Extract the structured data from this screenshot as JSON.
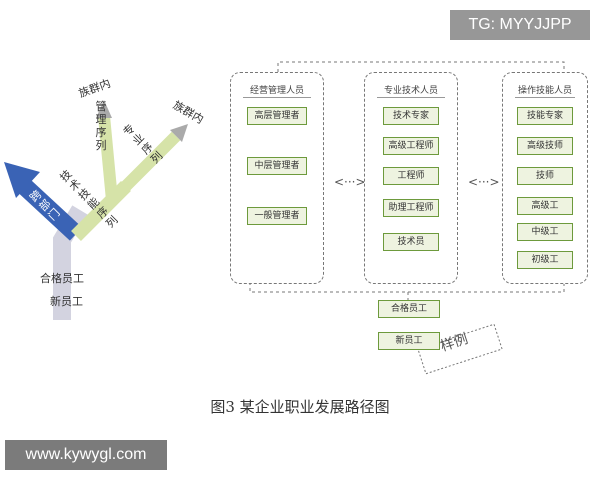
{
  "watermark_tg": "TG: MYYJJPP",
  "watermark_site": "www.kywygl.com",
  "caption": "图3  某企业职业发展路径图",
  "sample_stamp": "样例",
  "left_tree": {
    "bottom_labels": [
      "合格员工",
      "新员工"
    ],
    "top_left_label": "跨部门",
    "top_mid_label": "族群内",
    "top_right_label": "族群内",
    "branch_management": "管理序列",
    "branch_professional": "专业序列",
    "branch_technical": "技术技能序列"
  },
  "columns": [
    {
      "title": "经营管理人员",
      "levels": [
        "高层管理者",
        "中层管理者",
        "一般管理者"
      ]
    },
    {
      "title": "专业技术人员",
      "levels": [
        "技术专家",
        "高级工程师",
        "工程师",
        "助理工程师",
        "技术员"
      ]
    },
    {
      "title": "操作技能人员",
      "levels": [
        "技能专家",
        "高级技师",
        "技师",
        "高级工",
        "中级工",
        "初级工"
      ]
    }
  ],
  "entry_boxes": [
    "合格员工",
    "新员工"
  ]
}
